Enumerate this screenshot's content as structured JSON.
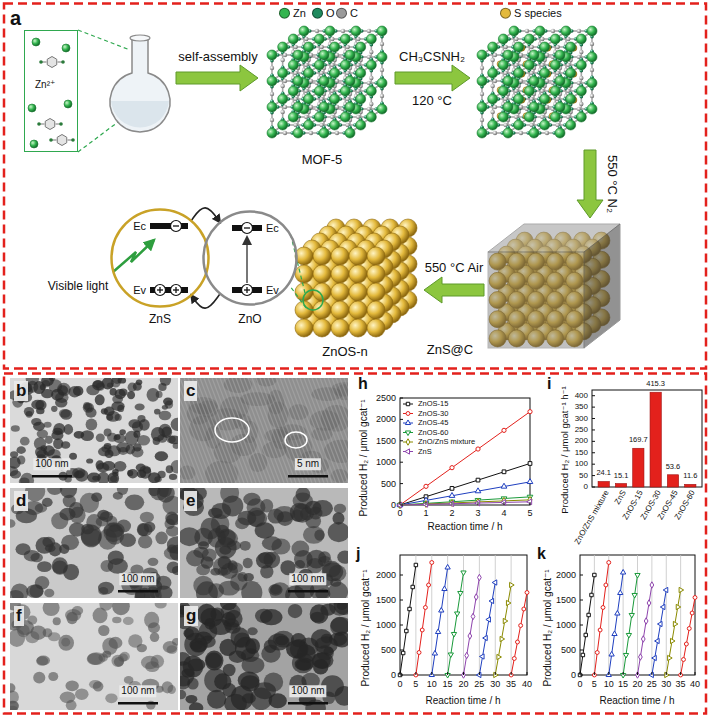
{
  "diagram": {
    "nodes": [
      {
        "text": [
          "Zn²⁺"
        ]
      },
      {
        "text": [
          "Ec",
          "Ev",
          "ZnS"
        ]
      },
      {
        "text": [
          "Ec",
          "Ev",
          "ZnO"
        ]
      }
    ],
    "edges": [
      {
        "from": 1,
        "to": 2,
        "arrow": "to"
      },
      {
        "from": 2,
        "to": 1,
        "arrow": "to"
      }
    ],
    "labels": [
      "a",
      "self-assembly",
      "MOF-5",
      "CH₃CSNH₂",
      "120 °C",
      "550 °C N₂",
      "ZnS@C",
      "550 °C Air",
      "ZnOS-n",
      "Visible light",
      "b",
      "100 nm",
      "c",
      "5 nm",
      "d",
      "100 nm",
      "e",
      "100 nm",
      "f",
      "100 nm",
      "g",
      "100 nm",
      "h",
      "0",
      "500",
      "1000",
      "1500",
      "2000",
      "2500",
      "Produced H₂ / μmol gcat⁻¹",
      "0",
      "1",
      "2",
      "3",
      "4",
      "5",
      "Reaction time / h",
      "i",
      "0",
      "50",
      "100",
      "150",
      "200",
      "250",
      "300",
      "350",
      "400",
      "Produced H₂ / μmol gcat⁻¹ h⁻¹",
      "24.1",
      "15.1",
      "169.7",
      "415.3",
      "53.6",
      "11.6",
      "ZnO/ZnS mixture",
      "ZnS",
      "ZnOS-15",
      "ZnOS-30",
      "ZnOS-45",
      "ZnOS-60",
      "j",
      "0",
      "500",
      "1000",
      "1500",
      "2000",
      "Produced H₂ / μmol gcat⁻¹",
      "0",
      "5",
      "10",
      "15",
      "20",
      "25",
      "30",
      "35",
      "40",
      "Reaction time / h",
      "k",
      "0",
      "500",
      "1000",
      "1500",
      "2000",
      "Produced H₂ / μmol gcat⁻¹",
      "0",
      "5",
      "10",
      "15",
      "20",
      "25",
      "30",
      "35",
      "40",
      "Reaction time / h"
    ],
    "legend": [
      {
        "text": "Zn",
        "color": "#33b54f"
      },
      {
        "text": "O",
        "color": "#1f8a5e"
      },
      {
        "text": "C",
        "color": "#9a9a9a"
      },
      {
        "text": "S species",
        "color": "#e3b93c"
      },
      {
        "text": "ZnOS-15"
      },
      {
        "text": "ZnOS-30"
      },
      {
        "text": "ZnOS-45"
      },
      {
        "text": "ZnOS-60"
      },
      {
        "text": "ZnO/ZnS mixture"
      },
      {
        "text": "ZnS"
      }
    ]
  }
}
